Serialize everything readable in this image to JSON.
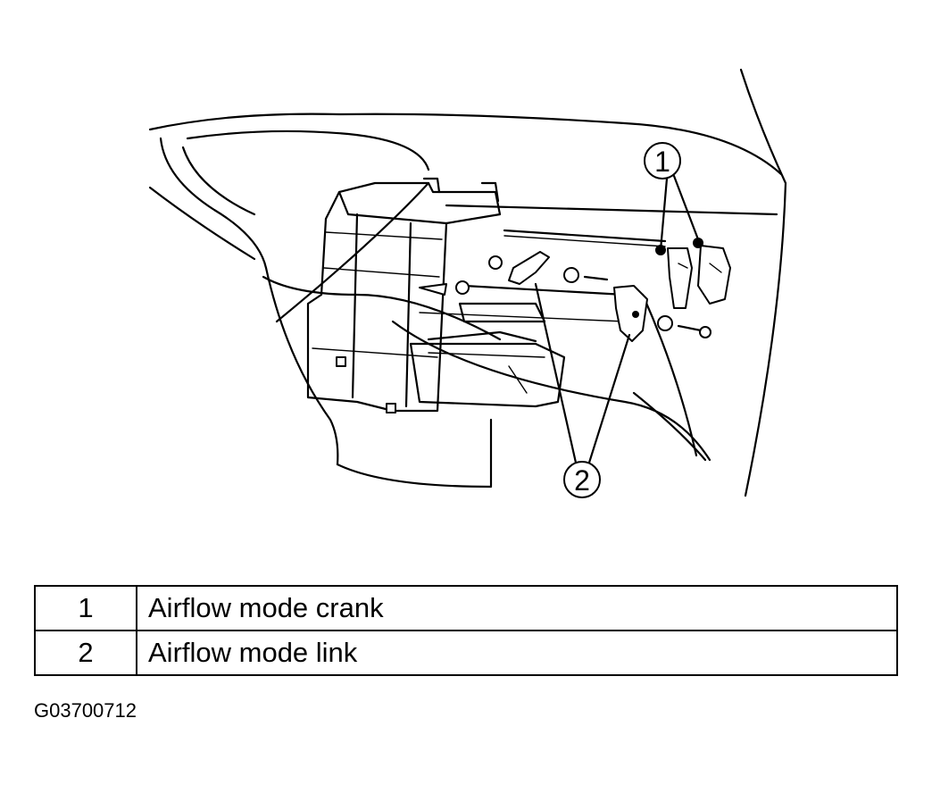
{
  "figure": {
    "callouts": [
      {
        "number": "1"
      },
      {
        "number": "2"
      }
    ]
  },
  "legend": {
    "rows": [
      {
        "number": "1",
        "description": "Airflow mode crank"
      },
      {
        "number": "2",
        "description": "Airflow mode link"
      }
    ]
  },
  "figure_id": "G03700712"
}
